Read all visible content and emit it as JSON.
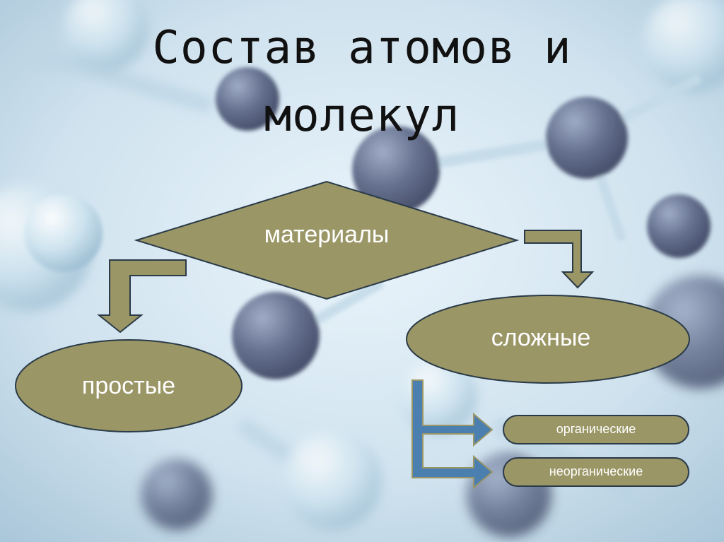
{
  "title": {
    "line1": "Состав атомов и",
    "line2": "молекул"
  },
  "nodes": {
    "root": "материалы",
    "simple": "простые",
    "complex": "сложные",
    "organic": "органические",
    "inorganic": "неорганические"
  },
  "colors": {
    "shape_fill": "#9a9666",
    "shape_stroke": "#2a3a48",
    "arrow_blue": "#4a7fb0",
    "label_text": "#ffffff",
    "title_text": "#111111"
  }
}
